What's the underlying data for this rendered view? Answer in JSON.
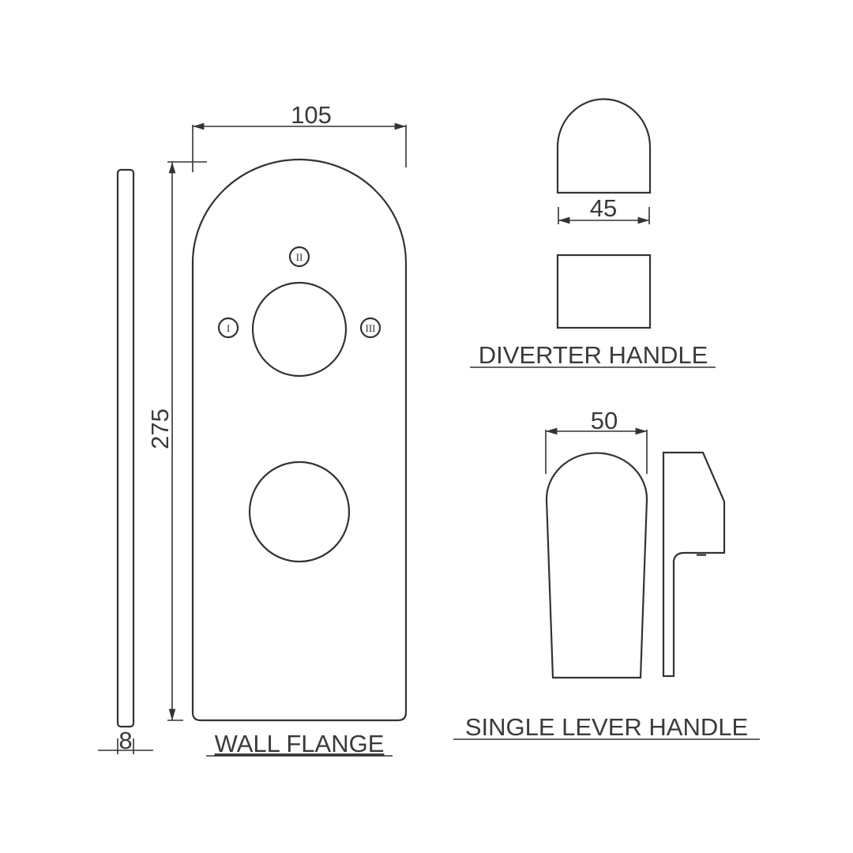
{
  "drawing": {
    "background": "#ffffff",
    "line_color": "#333333",
    "wall_flange": {
      "label": "WALL FLANGE",
      "width_dim": "105",
      "height_dim": "275",
      "thickness_dim": "8",
      "positions": [
        "I",
        "II",
        "III"
      ]
    },
    "diverter_handle": {
      "label": "DIVERTER HANDLE",
      "width_dim": "45"
    },
    "single_lever_handle": {
      "label": "SINGLE LEVER HANDLE",
      "width_dim": "50"
    }
  }
}
